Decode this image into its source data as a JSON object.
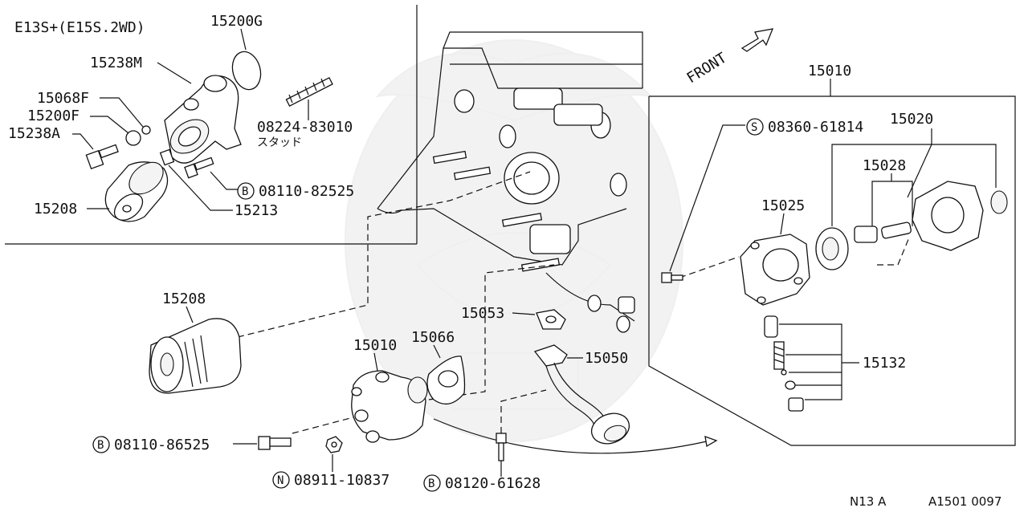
{
  "diagram": {
    "variant_label": "E13S+(E15S.2WD)",
    "front_label": "FRONT",
    "footer": {
      "left": "N13 A",
      "right": "A1501 0097"
    },
    "symbols": {
      "bolt": "B",
      "screw": "S",
      "nut": "N"
    },
    "parts": {
      "p15200G": "15200G",
      "p15238M": "15238M",
      "p15068F": "15068F",
      "p15200F": "15200F",
      "p15238A": "15238A",
      "p15208_top": "15208",
      "p08224": "08224-83010",
      "p08224_note": "スタッド",
      "p08110_82525": "08110-82525",
      "p15213": "15213",
      "p15208_main": "15208",
      "p15010_main": "15010",
      "p15066": "15066",
      "p15053": "15053",
      "p15050": "15050",
      "p08110_86525": "08110-86525",
      "p08911": "08911-10837",
      "p08120": "08120-61628",
      "p15010_detail": "15010",
      "p08360": "08360-61814",
      "p15020": "15020",
      "p15028": "15028",
      "p15025": "15025",
      "p15132": "15132"
    }
  }
}
